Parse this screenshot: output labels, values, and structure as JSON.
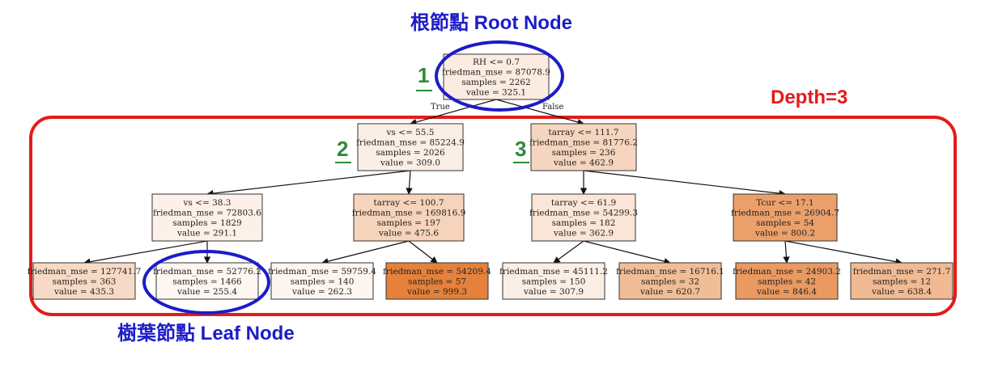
{
  "annotations": {
    "root_title": "根節點 Root Node",
    "leaf_title": "樹葉節點 Leaf Node",
    "depth_label": "Depth=3",
    "level_numbers": [
      "1",
      "2",
      "3"
    ],
    "edge_true": "True",
    "edge_false": "False"
  },
  "colors": {
    "annotation_blue": "#1c1cc8",
    "depth_red": "#e31b1b",
    "level_green": "#2e8b3a",
    "node_scale_low": "#fdf3ec",
    "node_scale_high": "#e5813a"
  },
  "tree": {
    "nodes": [
      {
        "id": "n0",
        "depth": 0,
        "lines": [
          "RH <= 0.7",
          "friedman_mse = 87078.9",
          "samples = 2262",
          "value = 325.1"
        ],
        "value": 325.1
      },
      {
        "id": "n1",
        "depth": 1,
        "lines": [
          "vs <= 55.5",
          "friedman_mse = 85224.9",
          "samples = 2026",
          "value = 309.0"
        ],
        "value": 309.0
      },
      {
        "id": "n2",
        "depth": 1,
        "lines": [
          "tarray <= 111.7",
          "friedman_mse = 81776.2",
          "samples = 236",
          "value = 462.9"
        ],
        "value": 462.9
      },
      {
        "id": "n3",
        "depth": 2,
        "lines": [
          "vs <= 38.3",
          "friedman_mse = 72803.6",
          "samples = 1829",
          "value = 291.1"
        ],
        "value": 291.1
      },
      {
        "id": "n4",
        "depth": 2,
        "lines": [
          "tarray <= 100.7",
          "friedman_mse = 169816.9",
          "samples = 197",
          "value = 475.6"
        ],
        "value": 475.6
      },
      {
        "id": "n5",
        "depth": 2,
        "lines": [
          "tarray <= 61.9",
          "friedman_mse = 54299.3",
          "samples = 182",
          "value = 362.9"
        ],
        "value": 362.9
      },
      {
        "id": "n6",
        "depth": 2,
        "lines": [
          "Tcur <= 17.1",
          "friedman_mse = 26904.7",
          "samples = 54",
          "value = 800.2"
        ],
        "value": 800.2
      },
      {
        "id": "n7",
        "depth": 3,
        "lines": [
          "friedman_mse = 127741.7",
          "samples = 363",
          "value = 435.3"
        ],
        "value": 435.3
      },
      {
        "id": "n8",
        "depth": 3,
        "lines": [
          "friedman_mse = 52776.2",
          "samples = 1466",
          "value = 255.4"
        ],
        "value": 255.4
      },
      {
        "id": "n9",
        "depth": 3,
        "lines": [
          "friedman_mse = 59759.4",
          "samples = 140",
          "value = 262.3"
        ],
        "value": 262.3
      },
      {
        "id": "n10",
        "depth": 3,
        "lines": [
          "friedman_mse = 54209.4",
          "samples = 57",
          "value = 999.3"
        ],
        "value": 999.3
      },
      {
        "id": "n11",
        "depth": 3,
        "lines": [
          "friedman_mse = 45111.2",
          "samples = 150",
          "value = 307.9"
        ],
        "value": 307.9
      },
      {
        "id": "n12",
        "depth": 3,
        "lines": [
          "friedman_mse = 16716.1",
          "samples = 32",
          "value = 620.7"
        ],
        "value": 620.7
      },
      {
        "id": "n13",
        "depth": 3,
        "lines": [
          "friedman_mse = 24903.2",
          "samples = 42",
          "value = 846.4"
        ],
        "value": 846.4
      },
      {
        "id": "n14",
        "depth": 3,
        "lines": [
          "friedman_mse = 271.7",
          "samples = 12",
          "value = 638.4"
        ],
        "value": 638.4
      }
    ],
    "edges": [
      [
        "n0",
        "n1"
      ],
      [
        "n0",
        "n2"
      ],
      [
        "n1",
        "n3"
      ],
      [
        "n1",
        "n4"
      ],
      [
        "n2",
        "n5"
      ],
      [
        "n2",
        "n6"
      ],
      [
        "n3",
        "n7"
      ],
      [
        "n3",
        "n8"
      ],
      [
        "n4",
        "n9"
      ],
      [
        "n4",
        "n10"
      ],
      [
        "n5",
        "n11"
      ],
      [
        "n5",
        "n12"
      ],
      [
        "n6",
        "n13"
      ],
      [
        "n6",
        "n14"
      ]
    ]
  }
}
